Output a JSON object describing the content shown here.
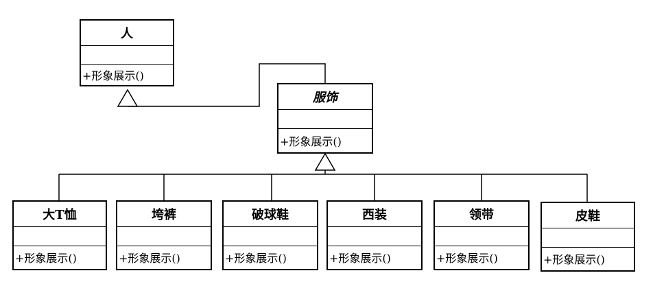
{
  "diagram": {
    "classes": [
      {
        "id": "person",
        "name": "人",
        "operation": "+形象展示()",
        "abstract": false
      },
      {
        "id": "apparel",
        "name": "服饰",
        "operation": "+形象展示()",
        "abstract": true
      },
      {
        "id": "tshirt",
        "name": "大T恤",
        "operation": "+形象展示()",
        "abstract": false
      },
      {
        "id": "pants",
        "name": "垮裤",
        "operation": "+形象展示()",
        "abstract": false
      },
      {
        "id": "sneakers",
        "name": "破球鞋",
        "operation": "+形象展示()",
        "abstract": false
      },
      {
        "id": "suit",
        "name": "西装",
        "operation": "+形象展示()",
        "abstract": false
      },
      {
        "id": "tie",
        "name": "领带",
        "operation": "+形象展示()",
        "abstract": false
      },
      {
        "id": "shoes",
        "name": "皮鞋",
        "operation": "+形象展示()",
        "abstract": false
      }
    ],
    "relationships": [
      {
        "type": "generalization",
        "from": "apparel",
        "to": "person"
      },
      {
        "type": "generalization",
        "from": "tshirt",
        "to": "apparel"
      },
      {
        "type": "generalization",
        "from": "pants",
        "to": "apparel"
      },
      {
        "type": "generalization",
        "from": "sneakers",
        "to": "apparel"
      },
      {
        "type": "generalization",
        "from": "suit",
        "to": "apparel"
      },
      {
        "type": "generalization",
        "from": "tie",
        "to": "apparel"
      },
      {
        "type": "generalization",
        "from": "shoes",
        "to": "apparel"
      }
    ]
  }
}
